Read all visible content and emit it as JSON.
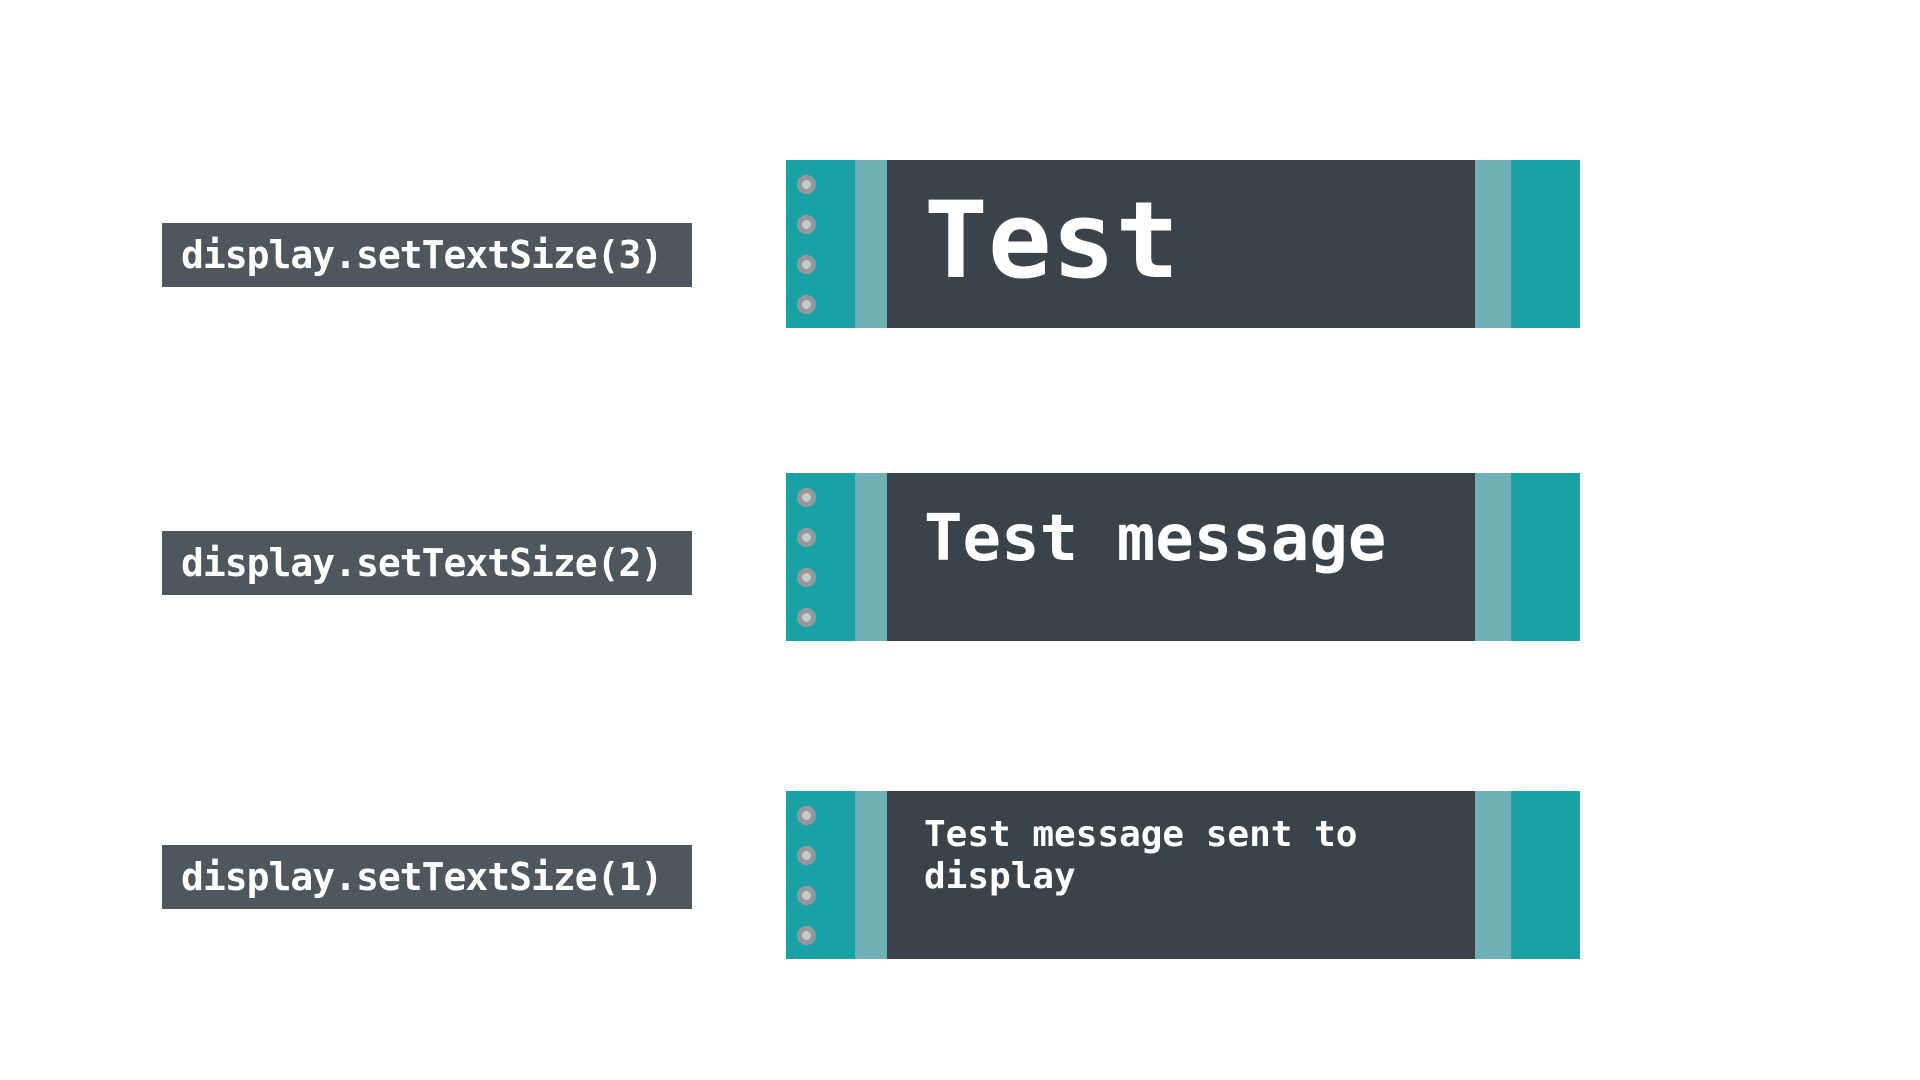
{
  "rows": [
    {
      "code": "display.setTextSize(3)",
      "display_text": "Test",
      "text_size": 3
    },
    {
      "code": "display.setTextSize(2)",
      "display_text": "Test message",
      "text_size": 2
    },
    {
      "code": "display.setTextSize(1)",
      "display_text": "Test message sent to\ndisplay",
      "text_size": 1
    }
  ],
  "colors": {
    "teal": "#1AA1A6",
    "light_teal": "#6FB1B4",
    "screen_background": "#3A424A",
    "label_background": "#4E565E",
    "text_white": "#FFFFFF",
    "dot_ring": "#94989A",
    "dot_core": "#C4CAC8",
    "page_background": "#FFFFFF"
  }
}
